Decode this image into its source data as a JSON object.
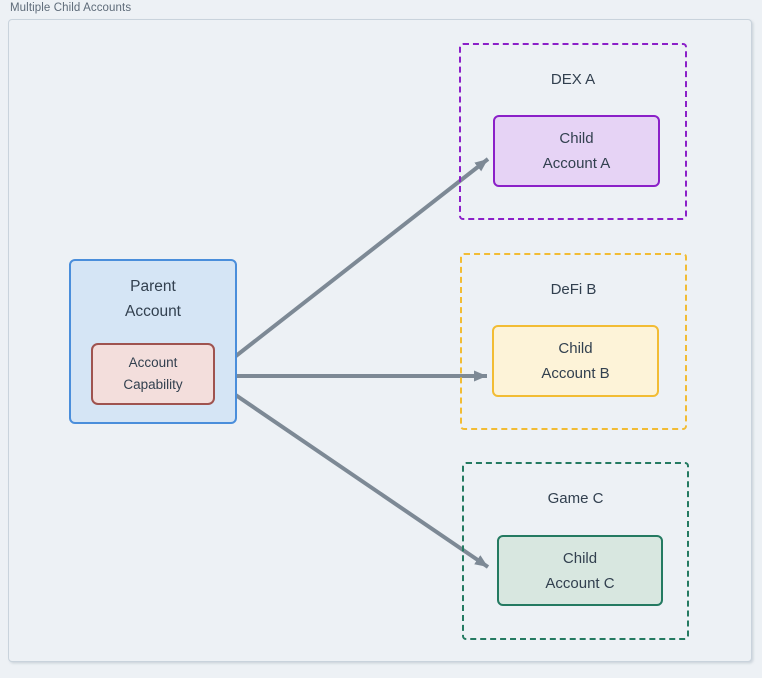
{
  "page": {
    "title": "Multiple Child Accounts",
    "colors": {
      "background": "#edf1f5",
      "frame_border": "#c9d3dc",
      "title_text": "#5e6b79",
      "text": "#32404f",
      "arrow": "#7d8995",
      "parent_fill": "#d5e5f5",
      "parent_border": "#4a8edb",
      "capability_fill": "#f3dedc",
      "capability_border": "#9f534f",
      "dex_accent": "#8b20c8",
      "dex_child_fill": "#e6d3f5",
      "defi_accent": "#f2bc34",
      "defi_child_fill": "#fdf3d8",
      "game_accent": "#247a61",
      "game_child_fill": "#d8e7e0"
    }
  },
  "diagram": {
    "parent": {
      "line1": "Parent",
      "line2": "Account"
    },
    "capability": {
      "line1": "Account",
      "line2": "Capability"
    },
    "zones": [
      {
        "label": "DEX A",
        "child_line1": "Child",
        "child_line2": "Account A"
      },
      {
        "label": "DeFi B",
        "child_line1": "Child",
        "child_line2": "Account B"
      },
      {
        "label": "Game C",
        "child_line1": "Child",
        "child_line2": "Account C"
      }
    ]
  }
}
